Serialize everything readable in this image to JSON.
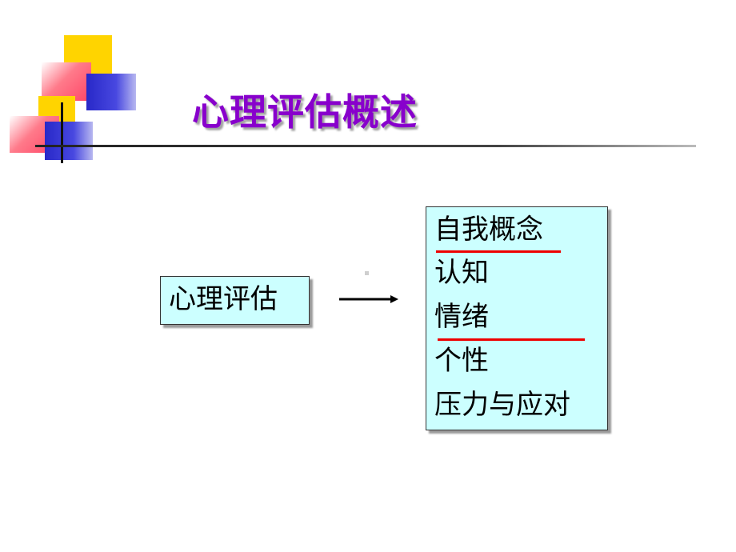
{
  "slide": {
    "title": "心理评估概述",
    "title_color": "#8800cc",
    "box_fill": "#ccffff",
    "underline_color": "#ee0000"
  },
  "diagram": {
    "source": {
      "label": "心理评估"
    },
    "targets": [
      {
        "label": "自我概念"
      },
      {
        "label": "认知"
      },
      {
        "label": "情绪"
      },
      {
        "label": "个性"
      },
      {
        "label": "压力与应对"
      }
    ]
  },
  "decoration": {
    "colors": {
      "yellow": "#ffd400",
      "pink": "#ff4466",
      "blue": "#2828c8"
    }
  }
}
